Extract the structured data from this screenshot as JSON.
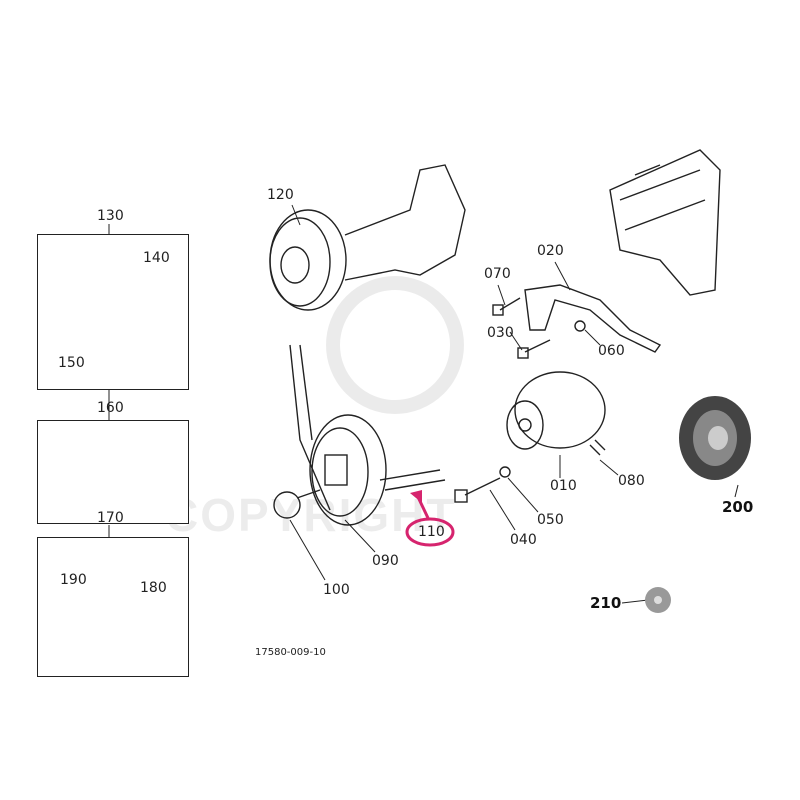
{
  "diagram": {
    "parts": {
      "p010": "010",
      "p020": "020",
      "p030": "030",
      "p040": "040",
      "p050": "050",
      "p060": "060",
      "p070": "070",
      "p080": "080",
      "p090": "090",
      "p100": "100",
      "p110": "110",
      "p120": "120",
      "p130": "130",
      "p140": "140",
      "p150": "150",
      "p160": "160",
      "p170": "170",
      "p180": "180",
      "p190": "190",
      "p200": "200",
      "p210": "210"
    },
    "drawing_code": "17580-009-10",
    "watermark": "COPYRIGHT",
    "highlight_color": "#d6246e"
  }
}
